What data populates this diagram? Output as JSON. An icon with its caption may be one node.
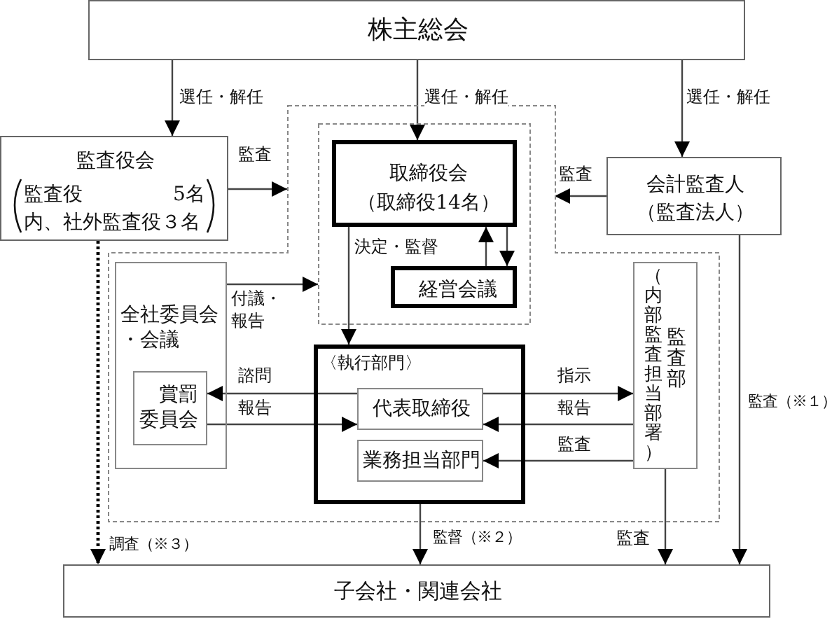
{
  "diagram": {
    "nodes": [
      {
        "text": [
          "株主総会"
        ]
      },
      {
        "text": [
          "監査役会",
          "監査役 5名",
          "内、社外監査役３名"
        ]
      },
      {
        "text": [],
        "shape": "box"
      },
      {
        "text": [],
        "shape": "box",
        "in": 2
      },
      {
        "text": [
          "取締役会",
          "（取締役14名）"
        ],
        "in": 3
      },
      {
        "text": [
          "経営会議"
        ],
        "in": 3
      },
      {
        "text": [
          "会計監査人",
          "（監査法人）"
        ]
      },
      {
        "text": [
          "全社委員会・会議"
        ],
        "in": 2
      },
      {
        "text": [
          "賞罰委員会"
        ],
        "in": 7
      },
      {
        "text": [
          "〈執行部門〉"
        ],
        "in": 2
      },
      {
        "text": [
          "代表取締役"
        ],
        "in": 9
      },
      {
        "text": [
          "業務担当部門"
        ],
        "in": 9
      },
      {
        "text": [
          "（内部監査担当部署）",
          "監査部"
        ],
        "in": 2
      },
      {
        "text": [
          "子会社・関連会社"
        ]
      }
    ],
    "edges": [
      {
        "from": 0,
        "to": 1,
        "arrow": "to",
        "label": "選任・解任"
      },
      {
        "from": 0,
        "to": 4,
        "arrow": "to",
        "label": "選任・解任"
      },
      {
        "from": 0,
        "to": 6,
        "arrow": "to",
        "label": "選任・解任"
      },
      {
        "from": 1,
        "to": 2,
        "arrow": "to",
        "label": "監査"
      },
      {
        "from": 6,
        "to": 2,
        "arrow": "to",
        "label": "監査"
      },
      {
        "from": 4,
        "to": 9,
        "arrow": "to",
        "label": "決定・監督"
      },
      {
        "from": 5,
        "to": 4,
        "arrow": "to"
      },
      {
        "from": 4,
        "to": 5,
        "arrow": "to"
      },
      {
        "from": 7,
        "to": 3,
        "arrow": "to",
        "label": "付議・報告"
      },
      {
        "from": 10,
        "to": 8,
        "arrow": "to",
        "label": "諮問"
      },
      {
        "from": 8,
        "to": 10,
        "arrow": "to",
        "label": "報告"
      },
      {
        "from": 10,
        "to": 12,
        "arrow": "to",
        "label": "指示"
      },
      {
        "from": 12,
        "to": 10,
        "arrow": "to",
        "label": "報告"
      },
      {
        "from": 12,
        "to": 11,
        "arrow": "to",
        "label": "監査"
      },
      {
        "from": 9,
        "to": 13,
        "arrow": "to",
        "label": "監督（※２）"
      },
      {
        "from": 12,
        "to": 13,
        "arrow": "to",
        "label": "監査"
      },
      {
        "from": 6,
        "to": 13,
        "arrow": "to",
        "label": "監査（※１）"
      },
      {
        "from": 1,
        "to": 13,
        "arrow": "to",
        "label": "調査（※３）",
        "style": "dashed",
        "color": "#000000"
      }
    ]
  }
}
